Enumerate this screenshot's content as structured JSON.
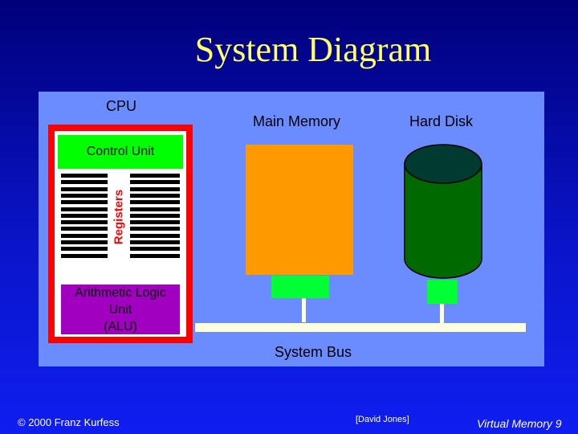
{
  "title": "System Diagram",
  "cpu": {
    "label": "CPU",
    "control_unit": "Control Unit",
    "registers": "Registers",
    "alu_lines": [
      "Arithmetic Logic",
      "Unit",
      "(ALU)"
    ]
  },
  "main_memory": "Main Memory",
  "hard_disk": "Hard Disk",
  "system_bus": "System Bus",
  "footer": {
    "left": "© 2000 Franz Kurfess",
    "middle": "[David Jones]",
    "right": "Virtual Memory 9"
  },
  "colors": {
    "title": "#ffff66",
    "panel": "#6a8cff",
    "cpu_border": "#ff0000",
    "control_unit": "#00ff00",
    "alu": "#a200c0",
    "main_memory": "#ff9900",
    "hard_disk_body": "#006a00",
    "hard_disk_top": "#003a30",
    "ports": "#00ff33",
    "bus": "#ffffe0"
  }
}
